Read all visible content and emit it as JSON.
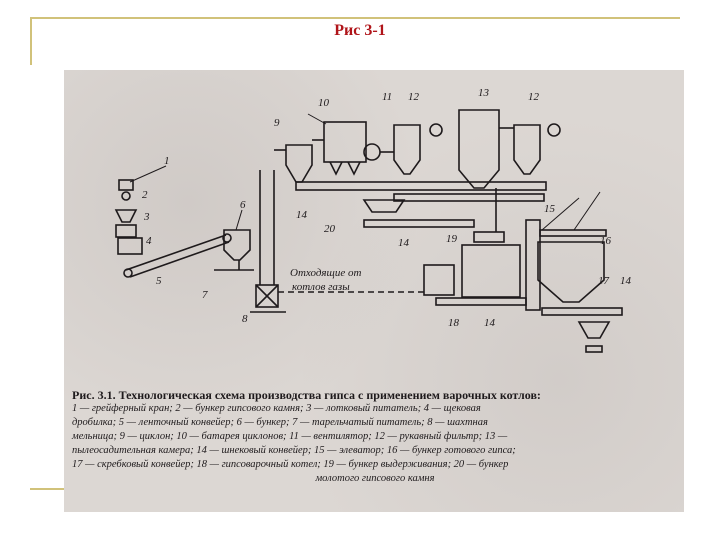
{
  "slide": {
    "title": "Рис 3-1"
  },
  "diagram": {
    "number_labels": [
      "1",
      "2",
      "3",
      "4",
      "5",
      "6",
      "7",
      "8",
      "9",
      "10",
      "11",
      "12",
      "13",
      "12",
      "14",
      "20",
      "14",
      "19",
      "15",
      "16",
      "17",
      "14",
      "18",
      "14"
    ],
    "flue_label_line1": "Отходящие от",
    "flue_label_line2": "котлов газы"
  },
  "caption": {
    "heading": "Рис. 3.1. Технологическая схема производства гипса с применением варочных котлов:",
    "lines": [
      "1 — грейферный кран; 2 — бункер гипсового камня; 3 — лотковый питатель; 4 — щековая",
      "дробилка; 5 — ленточный конвейер; 6 — бункер; 7 — тарельчатый питатель; 8 — шахтная",
      "мельница; 9 — циклон; 10 — батарея циклонов; 11 — вентилятор; 12 — рукавный фильтр; 13 —",
      "пылеосадительная камера; 14 — шнековый конвейер; 15 — элеватор; 16 — бункер готового гипса;",
      "17 — скребковый конвейер; 18 — гипсоварочный котел; 19 — бункер выдерживания; 20 — бункер"
    ],
    "last_line": "молотого гипсового камня"
  }
}
